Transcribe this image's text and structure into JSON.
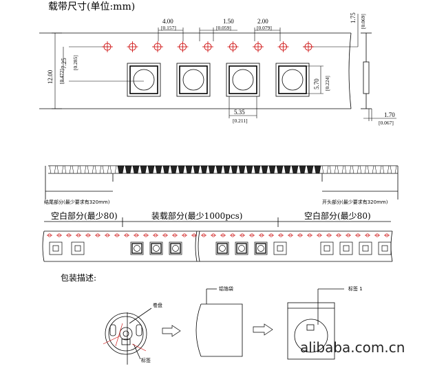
{
  "section_tape": {
    "title": "载带尺寸(单位:mm)",
    "dims": {
      "pitch_label": "4.00",
      "pitch_inch": "[0.157]",
      "hole_label": "1.50",
      "hole_inch": "[0.059]",
      "offset_label": "2.00",
      "offset_inch": "[0.079]",
      "edge_label": "1.75",
      "edge_inch": "[0.069]",
      "height_label": "7.25",
      "height_inch": "[0.285]",
      "width_label": "12.00",
      "width_inch": "[0.472]",
      "pocket_label": "5.70",
      "pocket_inch": "[0.224]",
      "pocket_w_label": "5.35",
      "pocket_w_inch": "[0.211]",
      "thick_label": "1.70",
      "thick_inch": "[0.067]"
    }
  },
  "section_strip": {
    "tail_label": "结尾部分(最少要求有320mm)",
    "head_label": "开头部分(最少要求有320mm)"
  },
  "section_reel": {
    "empty_left": "空白部分(最少80)",
    "loaded": "装载部分(最少1000pcs)",
    "empty_right": "空白部分(最少80)"
  },
  "section_package": {
    "title": "包装描述:",
    "reel_label": "卷盘",
    "reel_tag": "标签",
    "bag_label": "铝箔袋",
    "tag1_label": "标签 1",
    "watermark": "alibaba.com.cn"
  },
  "colors": {
    "line": "#000000",
    "hole": "#cc0000",
    "fill_dark": "#222222"
  }
}
